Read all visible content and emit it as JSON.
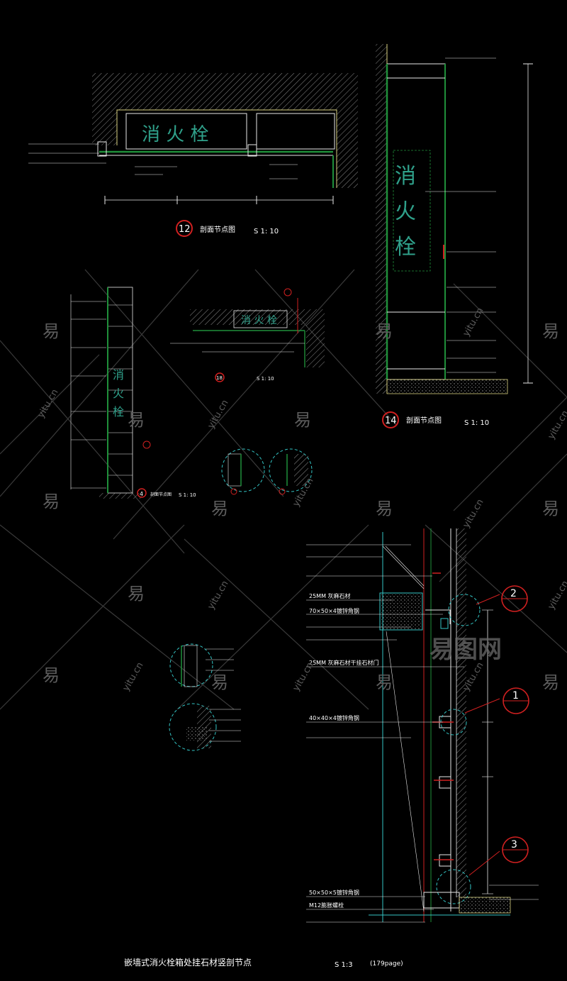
{
  "fire_hydrant_label": "消 火 栓",
  "fire_hydrant_label_vertical": [
    "消",
    "火",
    "栓"
  ],
  "detail_12": {
    "number": "12",
    "title": "剖面节点图",
    "scale": "S 1: 10"
  },
  "detail_14": {
    "number": "14",
    "title": "剖面节点图",
    "scale": "S 1: 10"
  },
  "detail_18": {
    "number": "18",
    "scale": "S 1: 10"
  },
  "detail_4": {
    "number": "4",
    "title": "剖面节点图",
    "scale": "S 1: 10"
  },
  "callouts_vertical": [
    "25MM 灰麻石材",
    "70×50×4镀锌角钢",
    "25MM 灰麻石材干挂石材门",
    "40×40×4镀锌角钢",
    "50×50×5镀锌角钢",
    "M12膨胀螺栓"
  ],
  "detail_markers": [
    "2",
    "1",
    "3"
  ],
  "bottom_title": "嵌墙式消火栓箱处挂石材竖剖节点",
  "bottom_scale": "S 1:3",
  "bottom_page": "(179page)",
  "watermark_char": "易",
  "watermark_url": "yitu.cn",
  "watermark_logo": "易图网",
  "colors": {
    "line_white": "#e8e8e8",
    "line_green": "#1f8f3a",
    "line_cyan": "#33c4c4",
    "line_red": "#d02020",
    "line_yellow": "#d8d080",
    "hatch": "#8a8a8a",
    "text_green": "#2fa08a"
  }
}
